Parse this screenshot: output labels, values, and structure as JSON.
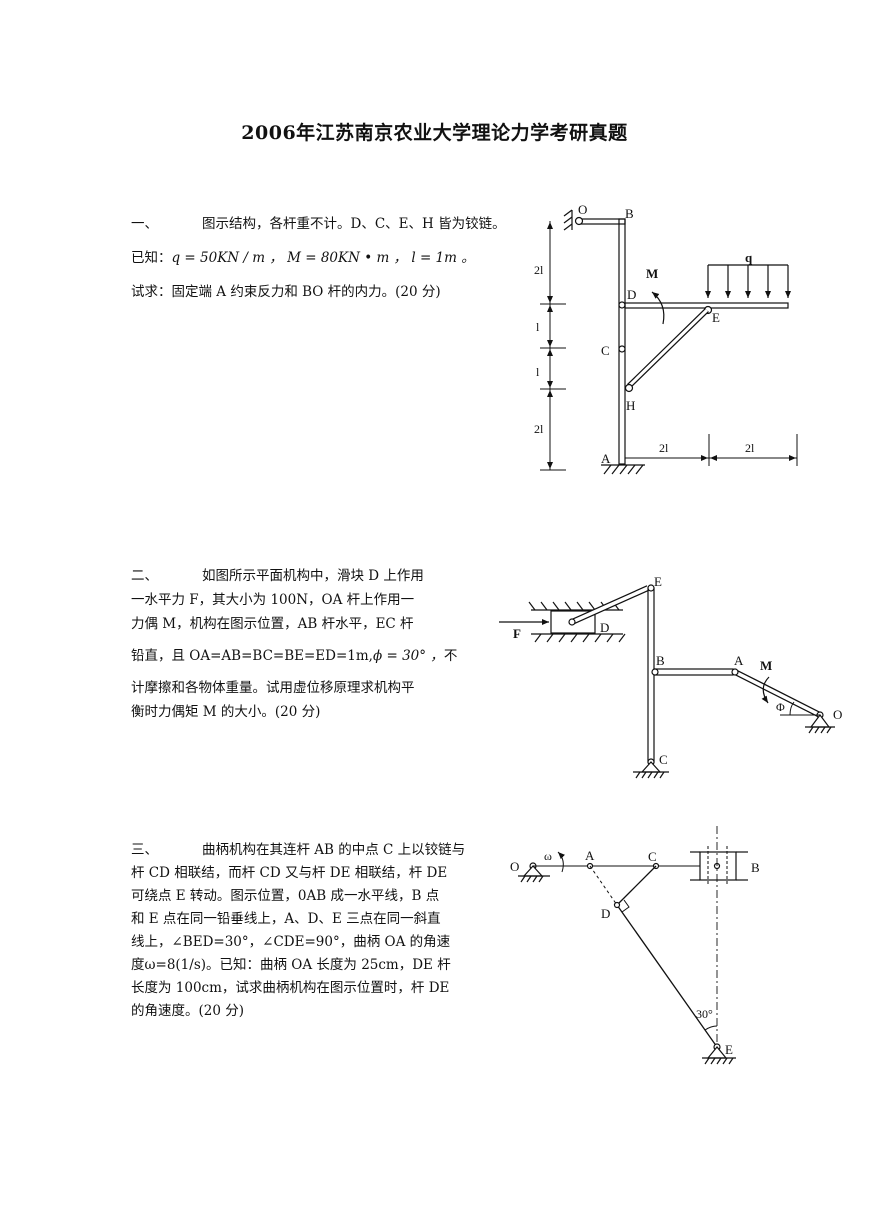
{
  "title": "2006年江苏南京农业大学理论力学考研真题",
  "q1": {
    "num": "一、",
    "line1": "图示结构，各杆重不计。D、C、E、H 皆为铰链。",
    "known_prefix": "已知：",
    "known_math": "q = 50KN / m ， M = 80KN • m ， l = 1m 。",
    "line3": "试求：固定端 A 约束反力和 BO 杆的内力。(20 分)",
    "fig": {
      "O": "O",
      "B": "B",
      "D": "D",
      "E": "E",
      "C": "C",
      "H": "H",
      "A": "A",
      "M": "M",
      "q": "q",
      "dim_2l_top": "2l",
      "dim_l_1": "l",
      "dim_l_2": "l",
      "dim_2l_bot": "2l",
      "dim_2l_h1": "2l",
      "dim_2l_h2": "2l"
    }
  },
  "q2": {
    "num": "二、",
    "line1": "如图所示平面机构中，滑块 D 上作用",
    "line2": "一水平力 F，其大小为 100N，OA 杆上作用一",
    "line3": "力偶 M，机构在图示位置，AB 杆水平，EC 杆",
    "line4_prefix": "铅直，且 OA=AB=BC=BE=ED=1m,",
    "line4_math": "ϕ = 30° ，",
    "line4_suffix": "不",
    "line5": "计摩擦和各物体重量。试用虚位移原理求机构平",
    "line6": "衡时力偶矩 M 的大小。(20 分)",
    "fig": {
      "E": "E",
      "D": "D",
      "F": "F",
      "B": "B",
      "A": "A",
      "M": "M",
      "phi": "Φ",
      "O": "O",
      "C": "C"
    }
  },
  "q3": {
    "num": "三、",
    "line1": "曲柄机构在其连杆 AB 的中点 C 上以铰链与",
    "line2": "杆 CD 相联结，而杆 CD 又与杆 DE 相联结，杆 DE",
    "line3": "可绕点 E 转动。图示位置，0AB 成一水平线，B 点",
    "line4": "和 E 点在同一铅垂线上，A、D、E 三点在同一斜直",
    "line5": "线上，∠BED=30°，∠CDE=90°，曲柄 OA 的角速",
    "line6": "度ω=8(1/s)。已知：曲柄 OA 长度为 25cm，DE 杆",
    "line7": "长度为 100cm，试求曲柄机构在图示位置时，杆 DE",
    "line8": "的角速度。(20 分)",
    "fig": {
      "O": "O",
      "omega": "ω",
      "A": "A",
      "C": "C",
      "B": "B",
      "D": "D",
      "E": "E",
      "angle": "30°"
    }
  }
}
